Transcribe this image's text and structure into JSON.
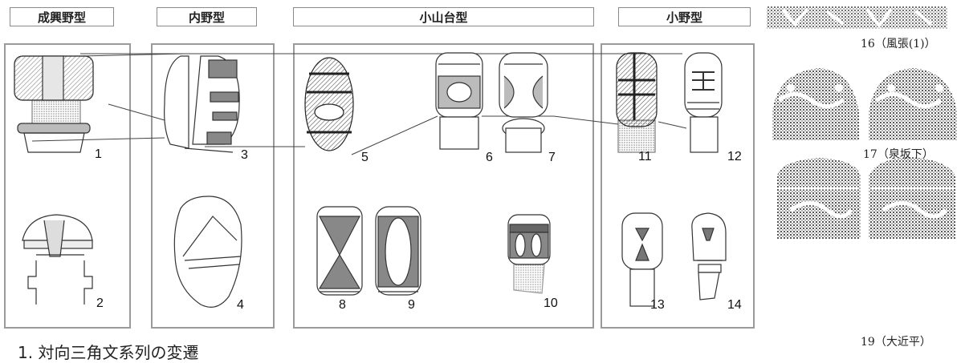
{
  "headers": {
    "seikoya": "成興野型",
    "uchino": "内野型",
    "koyamadai": "小山台型",
    "ono": "小野型"
  },
  "numbers": {
    "n1": "1",
    "n2": "2",
    "n3": "3",
    "n4": "4",
    "n5": "5",
    "n6": "6",
    "n7": "7",
    "n8": "8",
    "n9": "9",
    "n10": "10",
    "n11": "11",
    "n12": "12",
    "n13": "13",
    "n14": "14"
  },
  "rubbings": {
    "r16": "16（風張(1)）",
    "r17": "17（泉坂下）",
    "r19": "19（大近平）"
  },
  "caption": "1. 対向三角文系列の変遷",
  "colors": {
    "border": "#9a9a9a",
    "ink": "#333333",
    "fill": "#8c8c8c",
    "stipple": "#1a1a1a"
  }
}
